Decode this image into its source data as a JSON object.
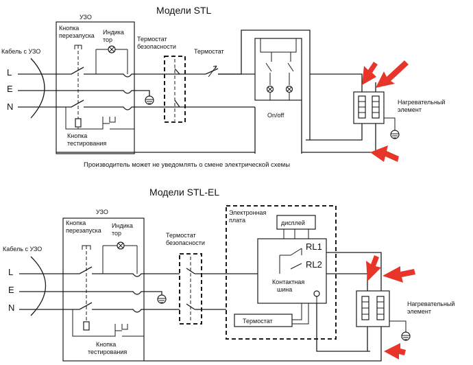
{
  "stl": {
    "title": "Модели STL",
    "uzo": "УЗО",
    "cable": "Кабель с УЗО",
    "phase_l": "L",
    "phase_e": "E",
    "phase_n": "N",
    "reset_line1": "Кнопка",
    "reset_line2": "перезапуска",
    "indicator_line1": "Индика",
    "indicator_line2": "тор",
    "test_line1": "Кнопка",
    "test_line2": "тестирования",
    "safety_line1": "Термостат",
    "safety_line2": "безопасности",
    "thermostat": "Термостат",
    "onoff": "On/off",
    "heater_line1": "Нагревательный",
    "heater_line2": "элемент",
    "note": "Производитель может не уведомлять о смене электрической схемы"
  },
  "stl_el": {
    "title": "Модели STL-EL",
    "uzo": "УЗО",
    "cable": "Кабель с УЗО",
    "phase_l": "L",
    "phase_e": "E",
    "phase_n": "N",
    "reset_line1": "Кнопка",
    "reset_line2": "перезапуска",
    "indicator_line1": "Индика",
    "indicator_line2": "тор",
    "test_line1": "Кнопка",
    "test_line2": "тестирования",
    "safety_line1": "Термостат",
    "safety_line2": "безопасности",
    "board_line1": "Электронная",
    "board_line2": "плата",
    "display": "дисплей",
    "rl1": "RL1",
    "rl2": "RL2",
    "bus_line1": "Контактная",
    "bus_line2": "шина",
    "thermostat": "Термостат",
    "heater_line1": "Нагревательный",
    "heater_line2": "элемент"
  },
  "colors": {
    "arrow": "#e8352a",
    "line": "#1a1a1a"
  },
  "icons": [
    "ground-icon",
    "indicator-lamp-icon",
    "switch-contact-icon",
    "heater-element-icon",
    "red-arrow-icon"
  ]
}
